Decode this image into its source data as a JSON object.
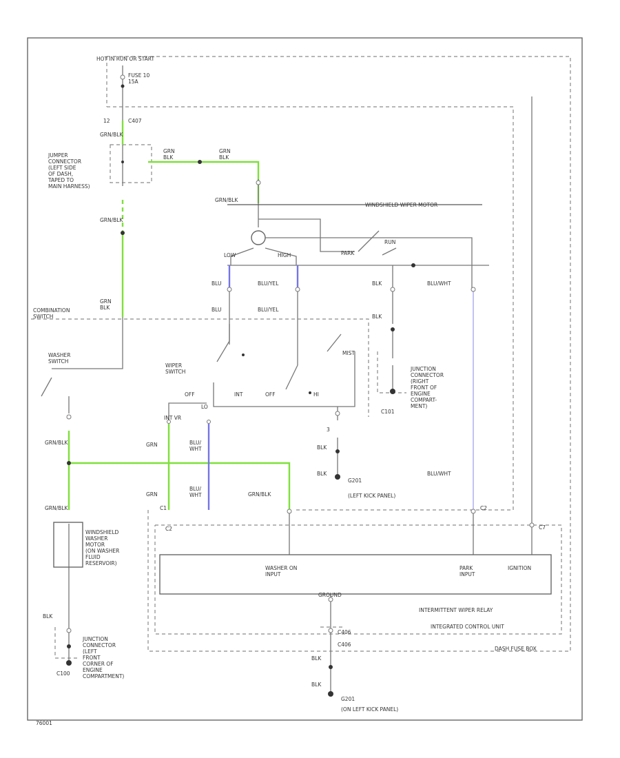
{
  "diagram": {
    "labels": {
      "hot_note": "HOT IN RUN OR START",
      "fuse": "FUSE 10\n15A",
      "pin_12": "12",
      "c407": "C407",
      "grn_blk_1": "GRN/BLK",
      "grn_blk_2": "GRN/BLK",
      "grn_blk_3": "GRN/BLK",
      "grn_blk_4": "GRN/BLK",
      "grn_blk_5": "GRN/BLK",
      "grn_blk_6": "GRN/BLK",
      "jumper": "JUMPER\nCONNECTOR\n(LEFT SIDE\nOF DASH,\nTAPED TO\nMAIN HARNESS)",
      "grn_blk_a": "GRN\nBLK",
      "grn_blk_b": "GRN\nBLK",
      "windshield_wiper_motor": "WINDSHIELD WIPER MOTOR",
      "low": "LOW",
      "high": "HIGH",
      "park": "PARK",
      "run": "RUN",
      "blu_1": "BLU",
      "blu_2": "BLU",
      "blu_yel_1": "BLU/YEL",
      "blu_yel_2": "BLU/YEL",
      "blk_1": "BLK",
      "blk_2": "BLK",
      "blu_wht_1": "BLU/WHT",
      "blu_wht_2": "BLU/WHT",
      "combination_switch": "COMBINATION\nSWITCH",
      "washer_switch": "WASHER\nSWITCH",
      "wiper_switch": "WIPER\nSWITCH",
      "mist": "MIST",
      "off_1": "OFF",
      "off_2": "OFF",
      "hi": "HI",
      "lo": "LO",
      "int": "INT",
      "int_vrss": "INT VR",
      "junction_right": "JUNCTION\nCONNECTOR\n(RIGHT\nFRONT OF\nENGINE\nCOMPART-\nMENT)",
      "c101": "C101",
      "pin_3": "3",
      "grn_1": "GRN",
      "grn_2": "GRN",
      "blu_wht_3": "BLU/\nWHT",
      "blu_wht_4": "BLU/\nWHT",
      "g201": "G201",
      "left_kick": "(LEFT KICK PANEL)",
      "grn_blk_c": "GRN\nBLK",
      "windshield_washer_motor": "WINDSHIELD\nWASHER\nMOTOR\n(ON WASHER\nFLUID\nRESERVOIR)",
      "c1": "C1",
      "c2": "C2",
      "wiper_c2": "C2",
      "int_cpl": "C7",
      "washer_on_input": "WASHER ON\nINPUT",
      "park_input": "PARK\nINPUT",
      "ignition": "IGNITION",
      "ground": "GROUND",
      "intermittent_relay": "INTERMITTENT WIPER RELAY",
      "integrated_unit": "INTEGRATED CONTROL UNIT",
      "dash_fuse_box": "DASH FUSE BOX",
      "blk_3": "BLK",
      "junction_left": "JUNCTION\nCONNECTOR\n(LEFT\nFRONT\nCORNER OF\nENGINE\nCOMPARTMENT)",
      "c100": "C100",
      "blk_4": "BLK",
      "blk_5": "BLK",
      "c406": "C406",
      "g201_b": "G201",
      "on_left_kick": "(ON LEFT KICK PANEL)",
      "code": "76001"
    }
  }
}
